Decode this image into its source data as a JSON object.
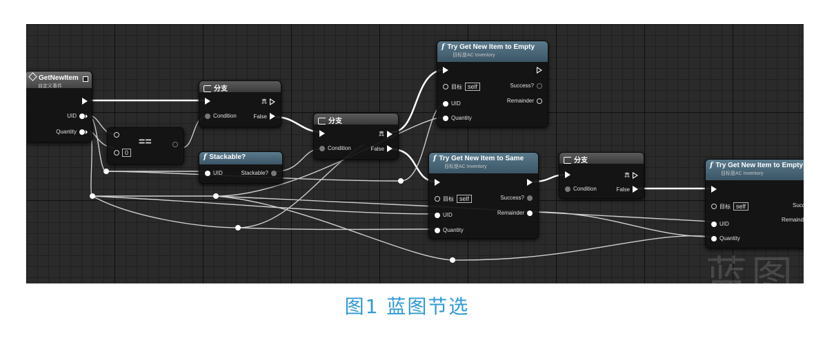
{
  "figure_caption": "图1 蓝图节选",
  "watermark": "蓝图",
  "colors": {
    "caption": "#2f9ad6",
    "exec_wire": "#ffffff",
    "data_wire": "#cfcfcf"
  },
  "event_node": {
    "title": "GetNewItem",
    "subtitle": "自定义事件",
    "pins": {
      "uid": "UID",
      "quantity": "Quantity"
    }
  },
  "equals_node": {
    "operator": "==",
    "input_value": "0"
  },
  "branch1": {
    "title": "分支",
    "condition": "Condition",
    "true_label": "真",
    "false_label": "False"
  },
  "branch2": {
    "title": "分支",
    "condition": "Condition",
    "true_label": "真",
    "false_label": "False"
  },
  "branch3": {
    "title": "分支",
    "condition": "Condition",
    "true_label": "真",
    "false_label": "False"
  },
  "stackable_node": {
    "title": "Stackable?",
    "uid": "UID",
    "output": "Stackable?"
  },
  "try_empty_1": {
    "title": "Try Get New Item to Empty",
    "subtitle": "目标是AC Inventory",
    "target_label": "目标",
    "target_value": "self",
    "uid": "UID",
    "quantity": "Quantity",
    "success": "Success?",
    "remainder": "Remainder"
  },
  "try_same": {
    "title": "Try Get New Item to Same",
    "subtitle": "目标是AC Inventory",
    "target_label": "目标",
    "target_value": "self",
    "uid": "UID",
    "quantity": "Quantity",
    "success": "Success?",
    "remainder": "Remainder"
  },
  "try_empty_2": {
    "title": "Try Get New Item to Empty",
    "subtitle": "目标是AC Inventory",
    "target_label": "目标",
    "target_value": "self",
    "uid": "UID",
    "quantity": "Quantity",
    "success": "Success?",
    "remainder": "Remainder"
  }
}
